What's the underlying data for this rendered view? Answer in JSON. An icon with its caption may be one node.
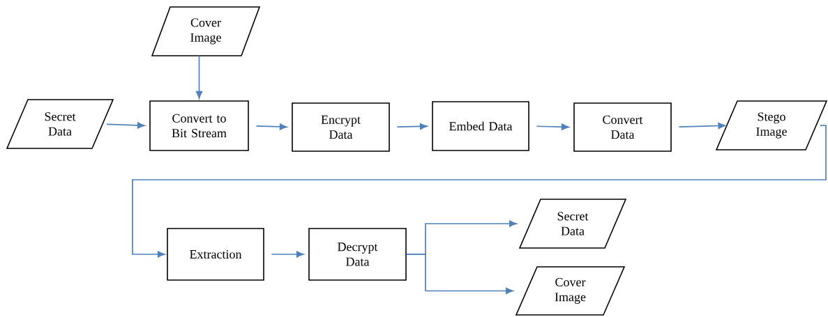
{
  "diagram": {
    "nodes": [
      {
        "text": [
          "Cover Image"
        ]
      },
      {
        "text": [
          "Secret Data"
        ]
      },
      {
        "text": [
          "Convert to Bit Stream"
        ]
      },
      {
        "text": [
          "Encrypt Data"
        ]
      },
      {
        "text": [
          "Embed Data"
        ]
      },
      {
        "text": [
          "Convert Data"
        ]
      },
      {
        "text": [
          "Stego Image"
        ]
      },
      {
        "text": [
          "Extraction"
        ]
      },
      {
        "text": [
          "Decrypt Data"
        ]
      },
      {
        "text": [
          "Secret Data"
        ]
      },
      {
        "text": [
          "Cover Image"
        ]
      }
    ],
    "edges": [
      {
        "from": 0,
        "to": 2,
        "arrow": "to"
      },
      {
        "from": 1,
        "to": 2,
        "arrow": "to"
      },
      {
        "from": 2,
        "to": 3,
        "arrow": "to"
      },
      {
        "from": 3,
        "to": 4,
        "arrow": "to"
      },
      {
        "from": 4,
        "to": 5,
        "arrow": "to"
      },
      {
        "from": 5,
        "to": 6,
        "arrow": "to"
      },
      {
        "from": 6,
        "to": 7,
        "arrow": "to"
      },
      {
        "from": 7,
        "to": 8,
        "arrow": "to"
      },
      {
        "from": 8,
        "to": 9,
        "arrow": "to"
      },
      {
        "from": 8,
        "to": 10,
        "arrow": "to"
      }
    ]
  }
}
